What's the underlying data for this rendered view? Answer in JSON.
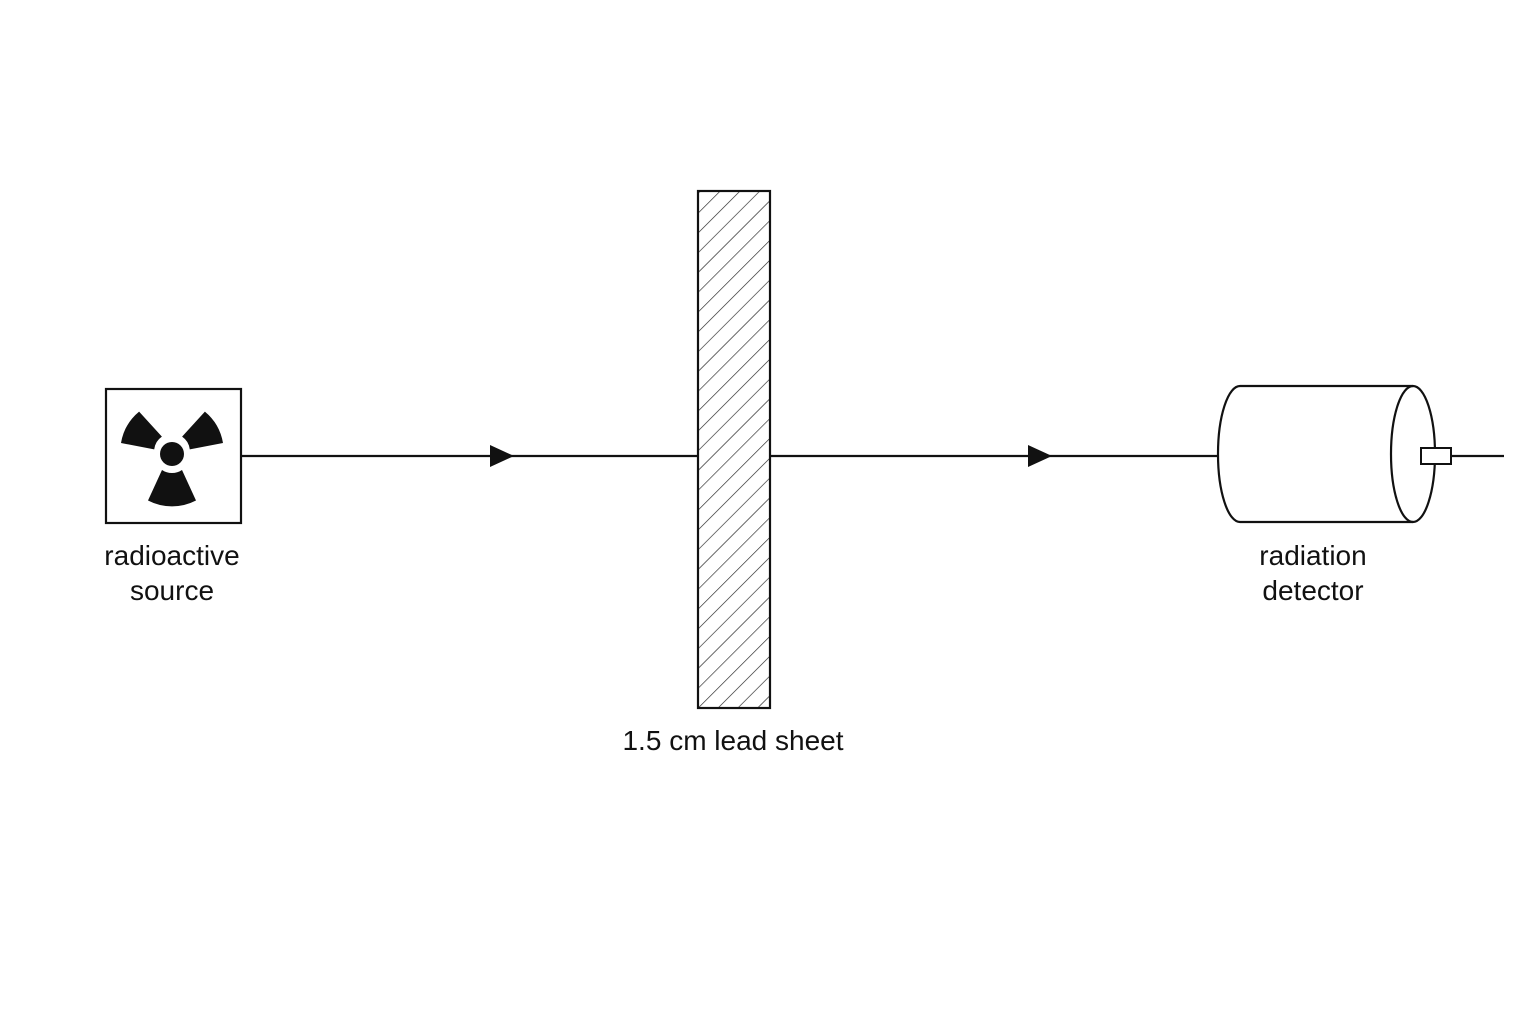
{
  "labels": {
    "source_line1": "radioactive",
    "source_line2": "source",
    "detector_line1": "radiation",
    "detector_line2": "detector",
    "lead_sheet": "1.5 cm lead sheet"
  },
  "icons": {
    "source_symbol": "radiation-trefoil-icon"
  },
  "colors": {
    "stroke": "#111111",
    "background": "#ffffff"
  }
}
